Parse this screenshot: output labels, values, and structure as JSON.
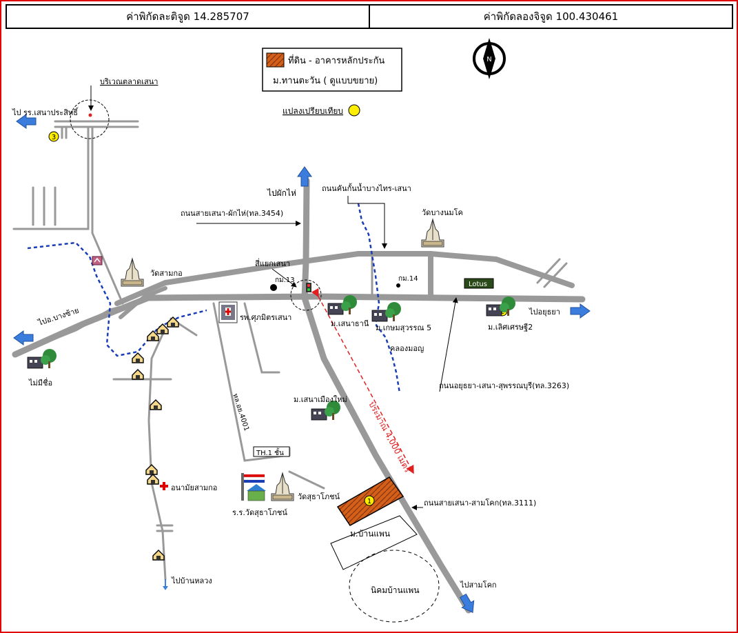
{
  "header": {
    "lat_label": "ค่าพิกัดละติจูด 14.285707",
    "lon_label": "ค่าพิกัดลองจิจูด 100.430461"
  },
  "legend": {
    "subject_label": "ที่ดิน - อาคารหลักประกัน",
    "subject_sub": "ม.ทานตะวัน ( ดูแบบขยาย)",
    "comparable_label": "แปลงเปรียบเทียบ"
  },
  "compass": {
    "letter": "N"
  },
  "labels": {
    "market_area": "บริเวณตลาดเสนา",
    "to_school": "ไป รร.เสนาประสิทธิ์",
    "to_phakhai": "ไปผักไห่",
    "dike_road": "ถนนคันกั้นน้ำบางไทร-เสนา",
    "road_3454": "ถนนสายเสนา-ผักไห่(ทล.3454)",
    "wat_bang_nomkho": "วัดบางนมโค",
    "wat_sam_ko": "วัดสามกอ",
    "intersection": "สี่แยกเสนา",
    "km13": "กม.13",
    "km14": "กม.14",
    "lotus": "Lotus",
    "hospital": "รพ.ศุภมิตรเสนา",
    "m_sena_thani": "ม.เสนาธานี",
    "m_kasem": "ม.เกษมสุวรรณ 5",
    "canal": "คลองมอญ",
    "m_lert": "ม.เลิศเศรษฐี2",
    "to_ayutthaya": "ไปอยุธยา",
    "to_bang_sai": "ไปอ.บางซ้าย",
    "mai_mi_chue": "ไม่มีชื่อ",
    "road_3263": "ถนนอยุธยา-เสนา-สุพรรณบุรี(ทล.3263)",
    "m_sena_mueang_mai": "ม.เสนาเมืองใหม่",
    "road_4001": "ทล.อย.4001",
    "distance": "ประมาณ 4,000 เมตร",
    "th1": "TH.1 ชั้น",
    "health_center": "อนามัยสามกอ",
    "wat_sutharam": "วัดสุธาโภชน์",
    "school_wat": "ร.ร.วัดสุธาโภชน์",
    "road_3111": "ถนนสายเสนา-สามโคก(ทล.3111)",
    "m_ban_phaen": "ม.บ้านแพน",
    "to_ban_luang": "ไปบ้านหลวง",
    "industrial": "นิคมบ้านแพน",
    "to_sam_khok": "ไปสามโคก"
  },
  "markers": [
    "1",
    "2",
    "3"
  ],
  "colors": {
    "frame": "#e00000",
    "road": "#999999",
    "road_dark": "#888888",
    "canal": "#1a3db5",
    "arrow": "#3b7ddd",
    "subject_fill": "#d2601a",
    "comparable": "#ffee00",
    "distance_line": "#e02020"
  },
  "icons": [
    "temple-icon",
    "house-icon",
    "village-icon",
    "hospital-icon",
    "school-icon",
    "compass-icon",
    "market-icon"
  ]
}
